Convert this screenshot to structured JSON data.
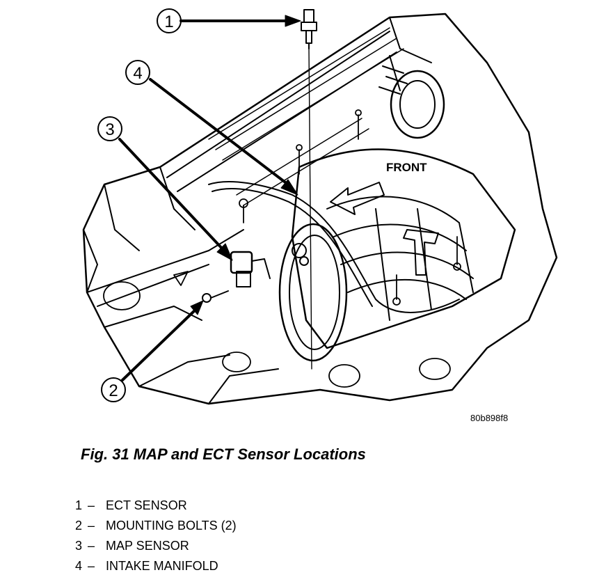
{
  "callouts": [
    {
      "number": "1",
      "label": "ECT SENSOR"
    },
    {
      "number": "2",
      "label": "MOUNTING BOLTS (2)"
    },
    {
      "number": "3",
      "label": "MAP SENSOR"
    },
    {
      "number": "4",
      "label": "INTAKE MANIFOLD"
    }
  ],
  "front_label": "FRONT",
  "figure_code": "80b898f8",
  "caption": "Fig. 31 MAP and ECT Sensor Locations",
  "legend_separator": "–"
}
